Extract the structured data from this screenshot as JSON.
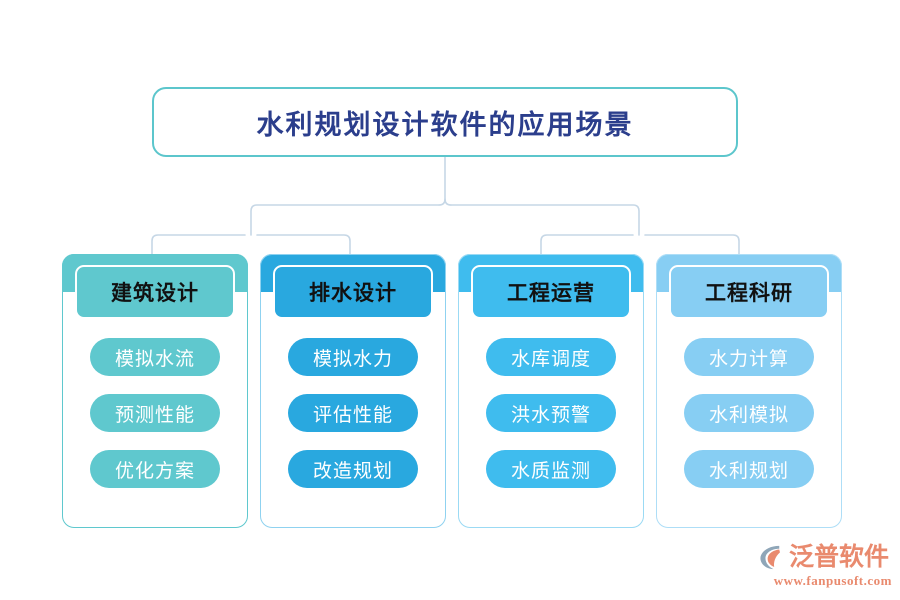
{
  "diagram": {
    "type": "hierarchy-tree",
    "root": {
      "label": "水利规划设计软件的应用场景",
      "text_color": "#2B3E8C",
      "border_color": "#5CC6CC"
    },
    "branches": [
      {
        "header": "建筑设计",
        "color": "#5FC8CE",
        "items": [
          "模拟水流",
          "预测性能",
          "优化方案"
        ]
      },
      {
        "header": "排水设计",
        "color": "#29A8DF",
        "items": [
          "模拟水力",
          "评估性能",
          "改造规划"
        ]
      },
      {
        "header": "工程运营",
        "color": "#3FBCEE",
        "items": [
          "水库调度",
          "洪水预警",
          "水质监测"
        ]
      },
      {
        "header": "工程科研",
        "color": "#87CEF3",
        "items": [
          "水力计算",
          "水利模拟",
          "水利规划"
        ]
      }
    ],
    "connector_color": "#C6D7E6"
  },
  "watermark": {
    "brand": "泛普软件",
    "url": "www.fanpusoft.com",
    "brand_color": "#E98A6E",
    "mark_color": "#8FA6B8",
    "mark_accent": "#E98A6E"
  }
}
